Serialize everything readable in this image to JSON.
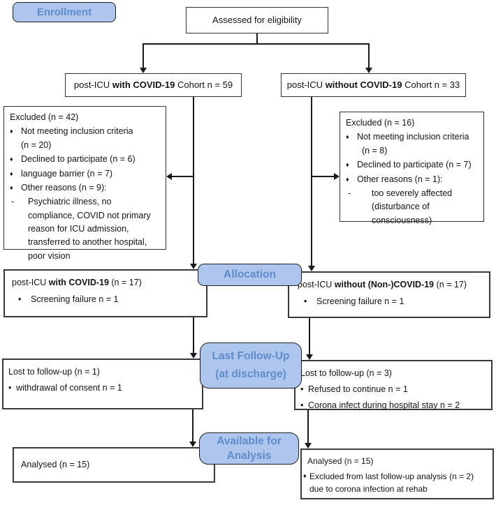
{
  "colors": {
    "stage_fill": "#aec6ee",
    "stage_text": "#5f8cc9",
    "line": "#1a1a1a",
    "box_border": "#333333"
  },
  "icons": {
    "diamond_bullet": "♦",
    "round_bullet": "•",
    "dash_bullet": "-"
  },
  "stage_labels": {
    "enrollment": "Enrollment",
    "allocation": "Allocation",
    "followup": [
      "Last Follow-Up",
      "(at discharge)"
    ],
    "analysis": [
      "Available for",
      "Analysis"
    ]
  },
  "assessed": {
    "text": "Assessed for eligibility"
  },
  "cohort_left": {
    "pre": "post-ICU ",
    "bold": "with COVID-19",
    "post": " Cohort n = 59"
  },
  "cohort_right": {
    "pre": "post-ICU ",
    "bold": "without COVID-19",
    "post": " Cohort n = 33"
  },
  "excluded_left": {
    "title": "Excluded (n = 42)",
    "items": [
      "Not meeting inclusion criteria\n(n = 20)",
      "Declined to participate (n = 6)",
      "language barrier (n = 7)",
      "Other reasons (n = 9):"
    ],
    "sub_item": "Psychiatric illness, no\ncompliance, COVID not primary\nreason for ICU admission,\ntransferred to another hospital,\npoor vision"
  },
  "excluded_right": {
    "title": "Excluded (n = 16)",
    "items": [
      "Not meeting inclusion criteria\n  (n = 8)",
      "Declined to participate (n = 7)",
      "Other reasons (n = 1):"
    ],
    "sub_item": "too severely affected\n(disturbance of\nconsciousness)"
  },
  "allocation_left": {
    "pre": "post-ICU ",
    "bold": "with COVID-19",
    "post": " (n = 17)",
    "items": [
      "Screening failure n = 1"
    ]
  },
  "allocation_right": {
    "pre": "post-ICU ",
    "bold": "without (Non-)COVID-19",
    "post": " (n = 17)",
    "items": [
      "Screening failure n = 1"
    ]
  },
  "followup_left": {
    "title": "Lost to follow-up (n = 1)",
    "items": [
      "withdrawal of consent n = 1"
    ]
  },
  "followup_right": {
    "title": "Lost to follow-up (n = 3)",
    "items": [
      "Refused to continue n = 1",
      "Corona infect during hospital stay n = 2"
    ]
  },
  "analysis_left": {
    "title": "Analysed (n = 15)"
  },
  "analysis_right": {
    "title": "Analysed (n = 15)",
    "items": [
      "Excluded from last follow-up analysis (n = 2)\ndue to corona infection at rehab"
    ]
  }
}
